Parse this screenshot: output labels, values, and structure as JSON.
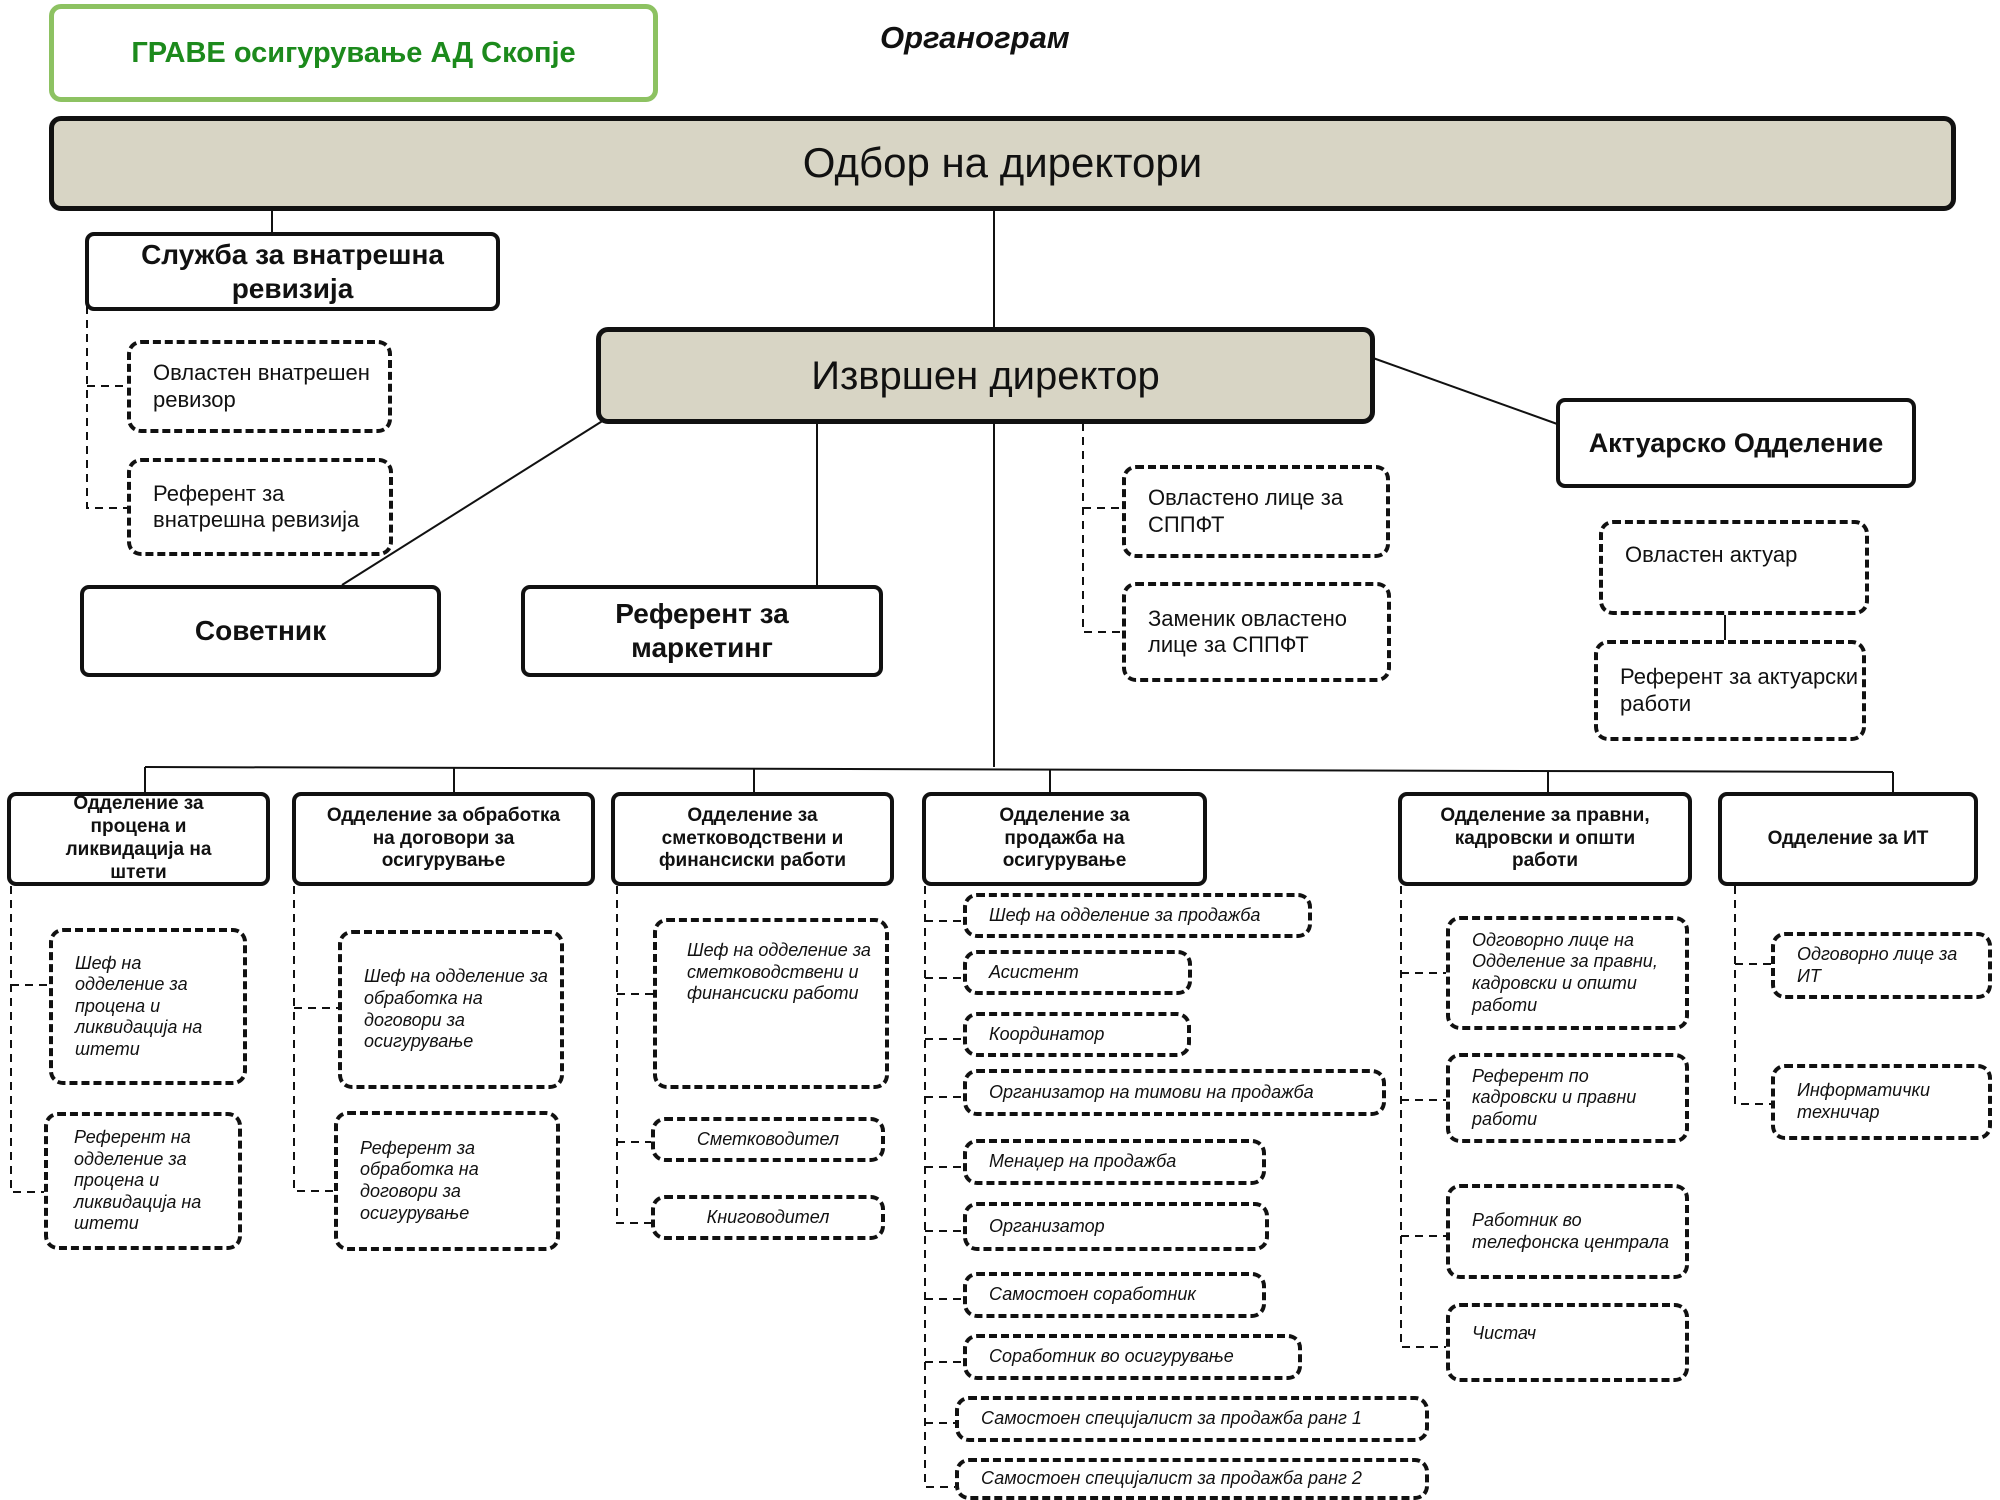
{
  "header": {
    "company": "ГРАВЕ осигурување АД Скопје",
    "title": "Органограм"
  },
  "top": {
    "board": "Одбор на директори",
    "ceo": "Извршен директор"
  },
  "audit": {
    "title": "Служба за внатрешна ревизија",
    "items": [
      "Овластен внатрешен ревизор",
      "Референт за внатрешна ревизија"
    ]
  },
  "advisor": "Советник",
  "marketing": "Референт за маркетинг",
  "sppft": [
    "Овластено лице за СППФТ",
    "Заменик овластено лице за СППФТ"
  ],
  "actuarial": {
    "title": "Актуарско Одделение",
    "items": [
      "Овластен актуар",
      "Референт за актуарски работи"
    ]
  },
  "departments": [
    {
      "title": "Одделение за процена и ликвидација на штети",
      "items": [
        "Шеф на одделение за процена и ликвидација на штети",
        "Референт на одделение за процена и ликвидација на штети"
      ]
    },
    {
      "title": "Одделение за обработка на договори за осигурување",
      "items": [
        "Шеф на одделение за обработка на договори за осигурување",
        "Референт за обработка на договори за осигурување"
      ]
    },
    {
      "title": "Одделение за сметководствени и финансиски работи",
      "items": [
        "Шеф на одделение за сметководствени и финансиски работи",
        "Сметководител",
        "Книговодител"
      ]
    },
    {
      "title": "Одделение за продажба на осигурување",
      "items": [
        "Шеф на одделение за продажба",
        "Асистент",
        "Координатор",
        "Организатор на тимови на продажба",
        "Менаџер на продажба",
        "Организатор",
        "Самостоен соработник",
        "Соработник во осигурување",
        "Самостоен специјалист за продажба ранг 1",
        "Самостоен специјалист за продажба ранг 2"
      ]
    },
    {
      "title": "Одделение за правни, кадровски и општи работи",
      "items": [
        "Одговорно лице на Одделение за правни, кадровски и општи работи",
        "Референт по кадровски и правни работи",
        "Работник во телефонска централа",
        "Чистач"
      ]
    },
    {
      "title": "Одделение за ИТ",
      "items": [
        "Одговорно лице за ИТ",
        "Информатички техничар"
      ]
    }
  ]
}
